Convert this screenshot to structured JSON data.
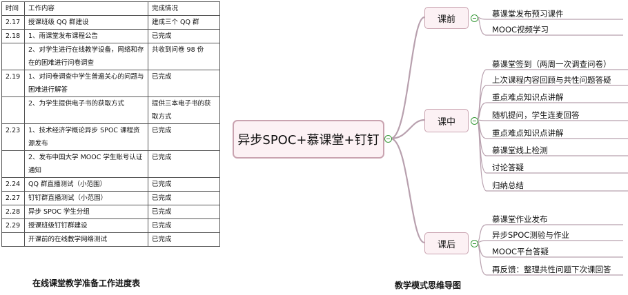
{
  "table": {
    "headers": [
      "时间",
      "工作内容",
      "完成情况"
    ],
    "rows": [
      [
        "2.17",
        "授课班级 QQ 群建设",
        "建成三个 QQ 群"
      ],
      [
        "2.18",
        "1、雨课堂发布课程公告",
        "已完成"
      ],
      [
        "",
        "2、对学生进行在线教学设备，网络和存在的困难进行问卷调查",
        "共收到问卷 98 份"
      ],
      [
        "2.19",
        "1、对问卷调查中学生普遍关心的问题与困难进行解答",
        "已完成"
      ],
      [
        "",
        "2、为学生提供电子书的获取方式",
        "提供三本电子书的获取方式"
      ],
      [
        "2.23",
        "1、技术经济学概论异步 SPOC 课程资源发布",
        "已完成"
      ],
      [
        "",
        "2、发布中国大学 MOOC 学生账号认证通知",
        "已完成"
      ],
      [
        "2.24",
        "QQ 群直播测试（小范围）",
        "已完成"
      ],
      [
        "2.27",
        "钉钉群直播测试（小范围）",
        "已完成"
      ],
      [
        "2.28",
        "异步 SPOC 学生分组",
        "已完成"
      ],
      [
        "2.29",
        "授课班级钉钉群建设",
        "已完成"
      ],
      [
        "",
        "开课前的在线教学网络测试",
        "已完成"
      ]
    ]
  },
  "left_caption": "在线课堂教学准备工作进度表",
  "right_caption": "教学模式思维导图",
  "mindmap": {
    "center": "异步SPOC+慕课堂+钉钉",
    "branches": [
      {
        "label": "课前",
        "items": [
          "慕课堂发布预习课件",
          "MOOC视频学习"
        ]
      },
      {
        "label": "课中",
        "items": [
          "慕课堂签到（两周一次调查问卷）",
          "上次课程内容回顾与共性问题答疑",
          "重点难点知识点讲解",
          "随机提问，学生连麦回答",
          "重点难点知识点讲解",
          "慕课堂线上检测",
          "讨论答疑",
          "归纳总结"
        ]
      },
      {
        "label": "课后",
        "items": [
          "慕课堂作业发布",
          "异步SPOC测验与作业",
          "MOOC平台答疑",
          "再反馈：整理共性问题下次课回答"
        ]
      }
    ]
  },
  "colors": {
    "branch_line": "#b8a0ae",
    "node_fill": "#fcf1f4",
    "node_border": "#c9a3b0",
    "collapse_icon": "#3a9a3a"
  }
}
